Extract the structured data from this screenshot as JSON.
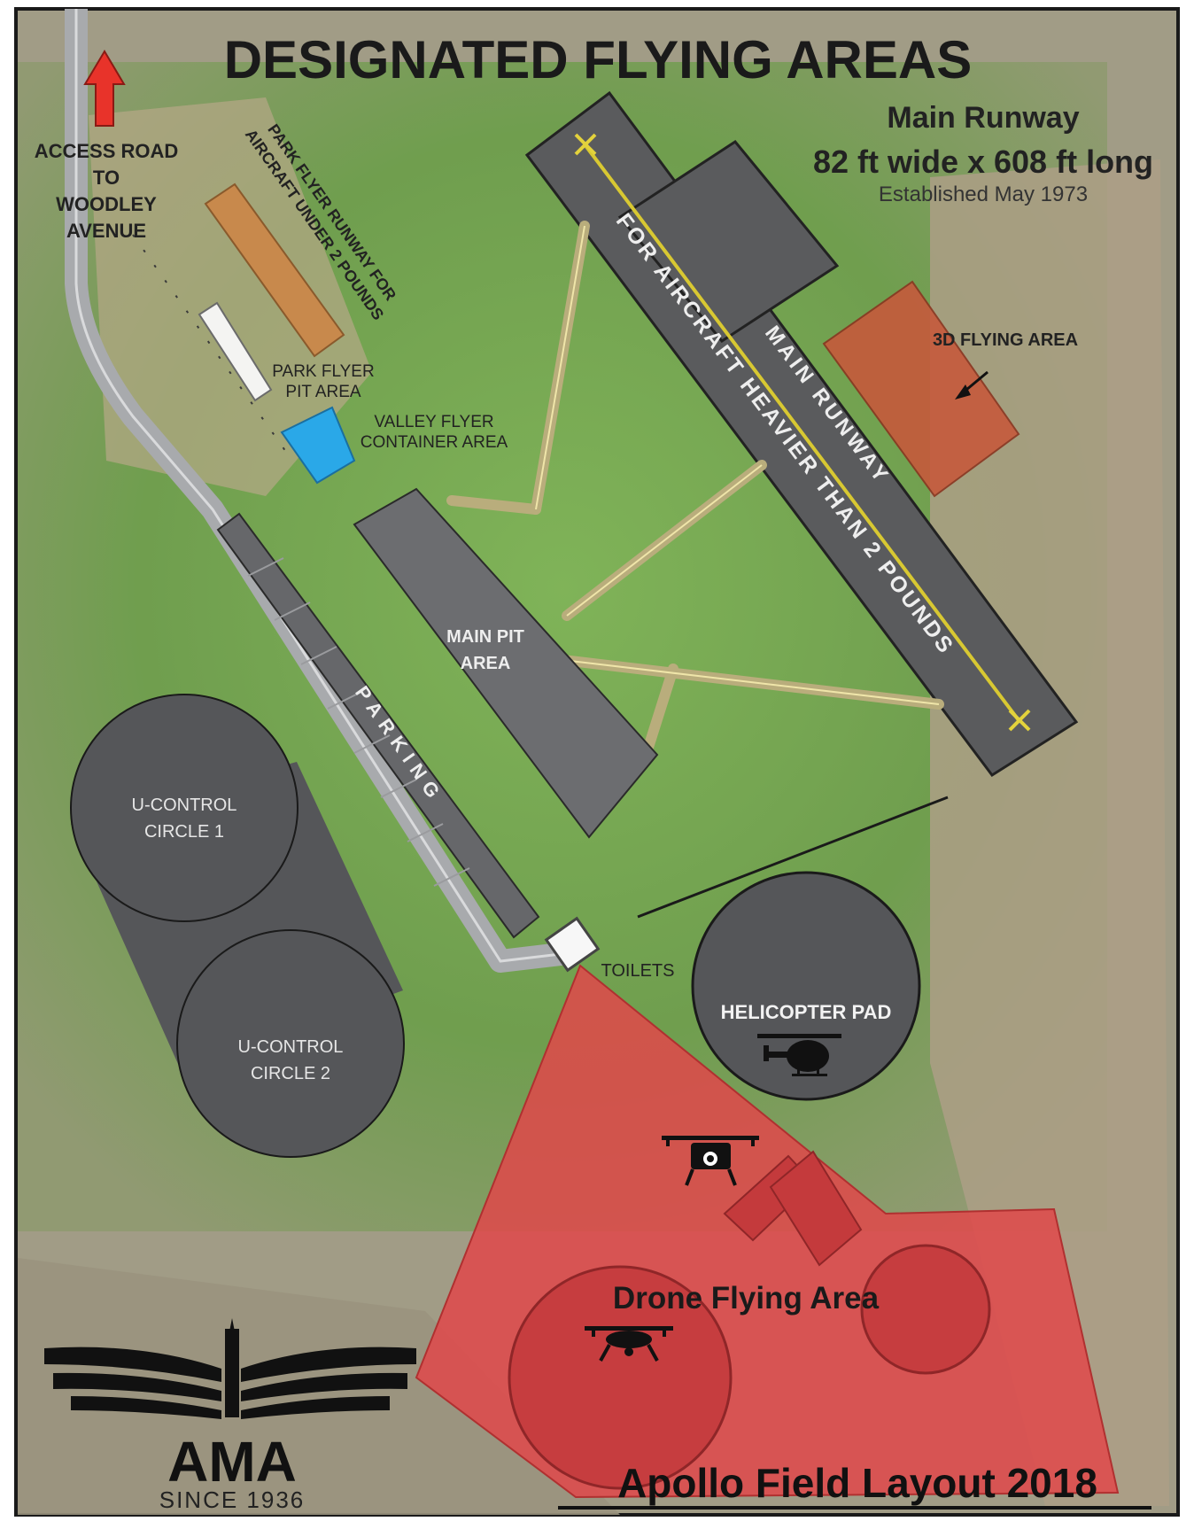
{
  "title": "DESIGNATED FLYING AREAS",
  "runway_info": {
    "heading": "Main Runway",
    "dimensions": "82 ft wide x 608 ft long",
    "established": "Established May 1973"
  },
  "labels": {
    "access_road": [
      "ACCESS ROAD",
      "TO",
      "WOODLEY",
      "AVENUE"
    ],
    "park_flyer_runway": [
      "PARK FLYER RUNWAY FOR",
      "AIRCRAFT UNDER 2 POUNDS"
    ],
    "park_flyer_pit": [
      "PARK FLYER",
      "PIT AREA"
    ],
    "valley_flyer": [
      "VALLEY FLYER",
      "CONTAINER AREA"
    ],
    "main_runway": "MAIN RUNWAY",
    "runway_heavy": "FOR AIRCRAFT HEAVIER THAN 2 POUNDS",
    "flying_3d": "3D FLYING AREA",
    "main_pit": [
      "MAIN PIT",
      "AREA"
    ],
    "parking": "PARKING",
    "u_control_1": [
      "U-CONTROL",
      "CIRCLE 1"
    ],
    "u_control_2": [
      "U-CONTROL",
      "CIRCLE 2"
    ],
    "toilets": "TOILETS",
    "helicopter_pad": "HELICOPTER PAD",
    "drone_area": "Drone Flying Area"
  },
  "footer": {
    "layout_title": "Apollo Field Layout 2018",
    "logo_text": "AMA",
    "logo_since": "SINCE 1936"
  },
  "icons": [
    "north-arrow-icon",
    "helicopter-icon",
    "drone-icon",
    "camera-drone-icon",
    "ama-logo-icon"
  ],
  "colors": {
    "grass": "#6fa648",
    "asphalt": "#5a5b5d",
    "park_runway": "#c8894c",
    "valley_container": "#2aa8e8",
    "flying_3d": "#c65a3c",
    "drone_zone": "#e0484a",
    "runway_line": "#d8c832",
    "arrow": "#e8332a"
  }
}
